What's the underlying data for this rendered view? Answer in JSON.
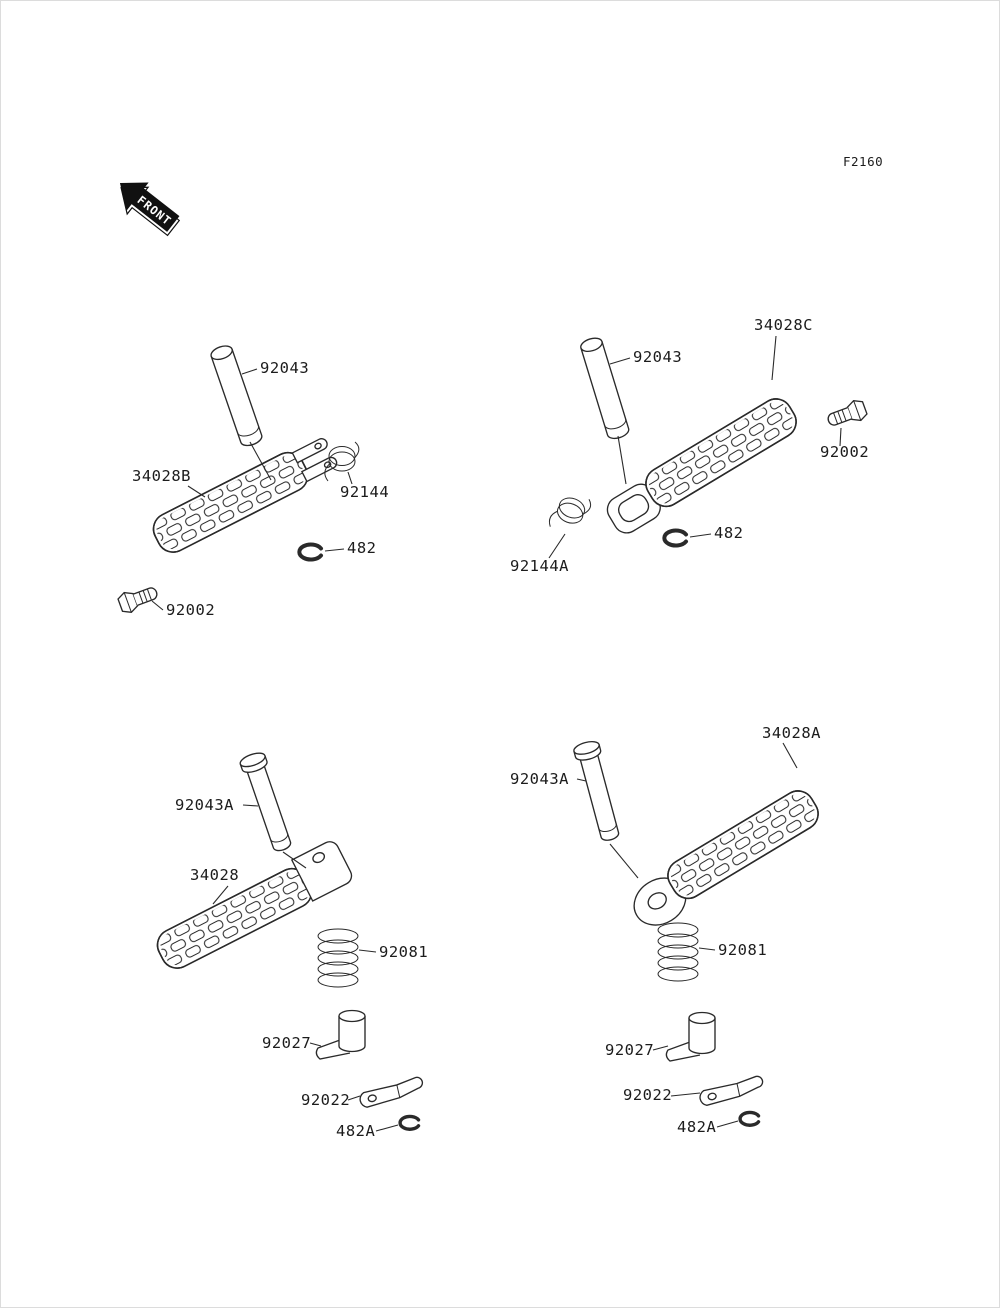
{
  "page": {
    "code": "F2160",
    "front_label": "FRONT"
  },
  "groups": {
    "top_left": {
      "footpeg": "34028B",
      "pin": "92043",
      "spring": "92144",
      "clip": "482",
      "bolt": "92002"
    },
    "top_right": {
      "footpeg": "34028C",
      "pin": "92043",
      "spring": "92144A",
      "clip": "482",
      "bolt": "92002"
    },
    "bottom_left": {
      "footpeg": "34028",
      "pin": "92043A",
      "spring": "92081",
      "holder": "92027",
      "lever": "92022",
      "clip": "482A"
    },
    "bottom_right": {
      "footpeg": "34028A",
      "pin": "92043A",
      "spring": "92081",
      "holder": "92027",
      "lever": "92022",
      "clip": "482A"
    }
  }
}
